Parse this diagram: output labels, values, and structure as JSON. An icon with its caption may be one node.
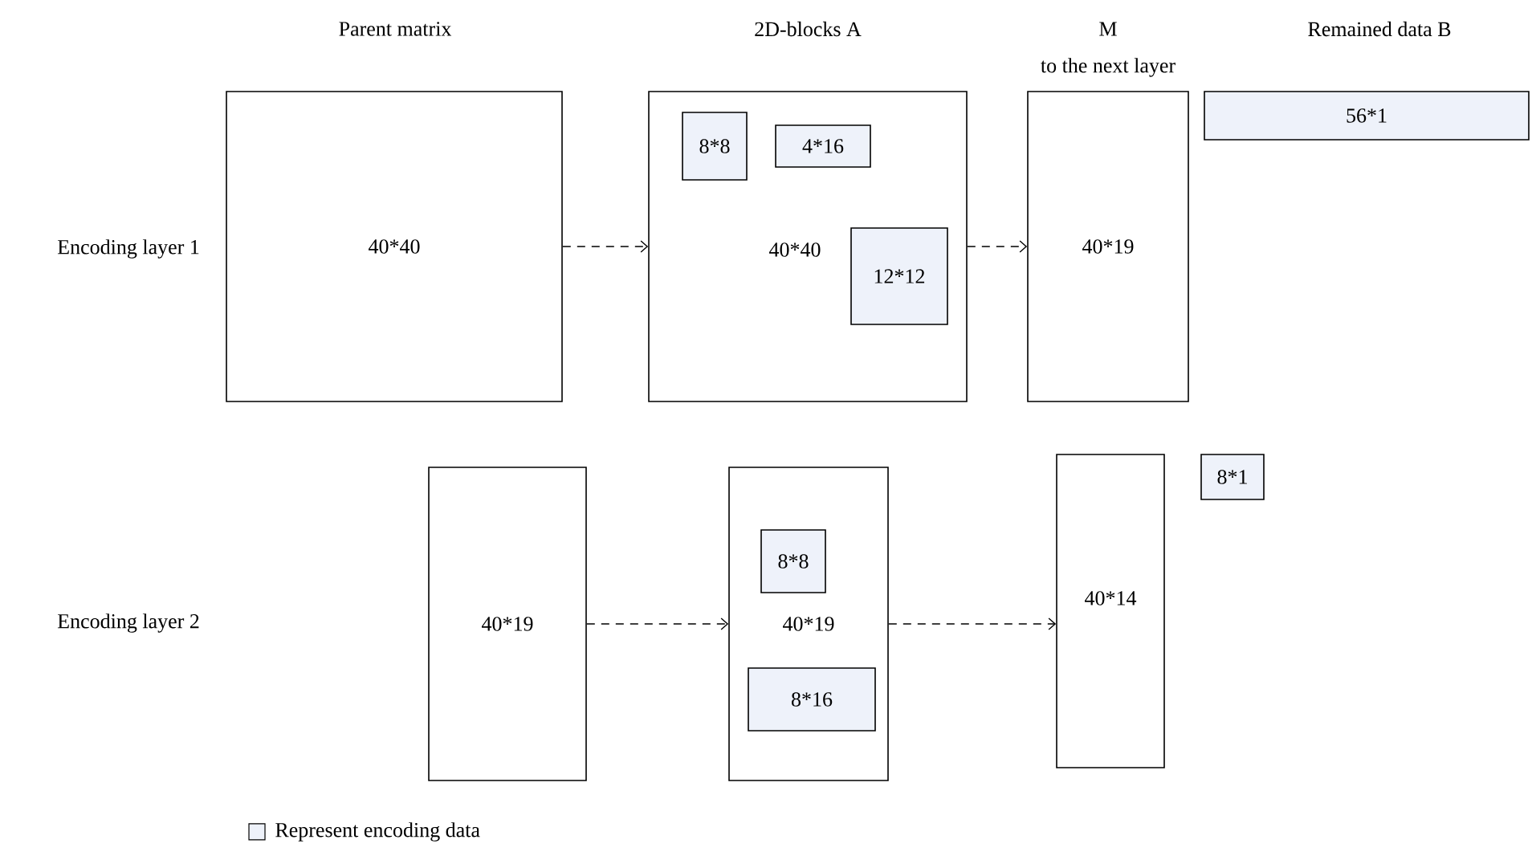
{
  "diagram": {
    "nodes": [
      {
        "text": [
          "40*40"
        ]
      },
      {
        "text": [
          "40*40"
        ]
      },
      {
        "text": [
          "8*8"
        ],
        "in": 1
      },
      {
        "text": [
          "4*16"
        ],
        "in": 1
      },
      {
        "text": [
          "12*12"
        ],
        "in": 1
      },
      {
        "text": [
          "40*19"
        ]
      },
      {
        "text": [
          "56*1"
        ]
      },
      {
        "text": [
          "40*19"
        ]
      },
      {
        "text": [
          "40*19"
        ]
      },
      {
        "text": [
          "8*8"
        ],
        "in": 8
      },
      {
        "text": [
          "8*16"
        ],
        "in": 8
      },
      {
        "text": [
          "40*14"
        ]
      },
      {
        "text": [
          "8*1"
        ]
      }
    ],
    "edges": [
      {
        "from": 0,
        "to": 1,
        "arrow": "to",
        "style": "dashed"
      },
      {
        "from": 1,
        "to": 5,
        "arrow": "to",
        "style": "dashed"
      },
      {
        "from": 7,
        "to": 8,
        "arrow": "to",
        "style": "dashed"
      },
      {
        "from": 8,
        "to": 11,
        "arrow": "to",
        "style": "dashed"
      }
    ],
    "labels": [
      "Parent matrix",
      "2D-blocks A",
      "M",
      "Remained data B",
      "to the next layer",
      "Encoding layer 1",
      "Encoding layer 2"
    ],
    "legend": [
      {
        "text": "Represent encoding data",
        "color": "#eef2fa"
      }
    ]
  }
}
